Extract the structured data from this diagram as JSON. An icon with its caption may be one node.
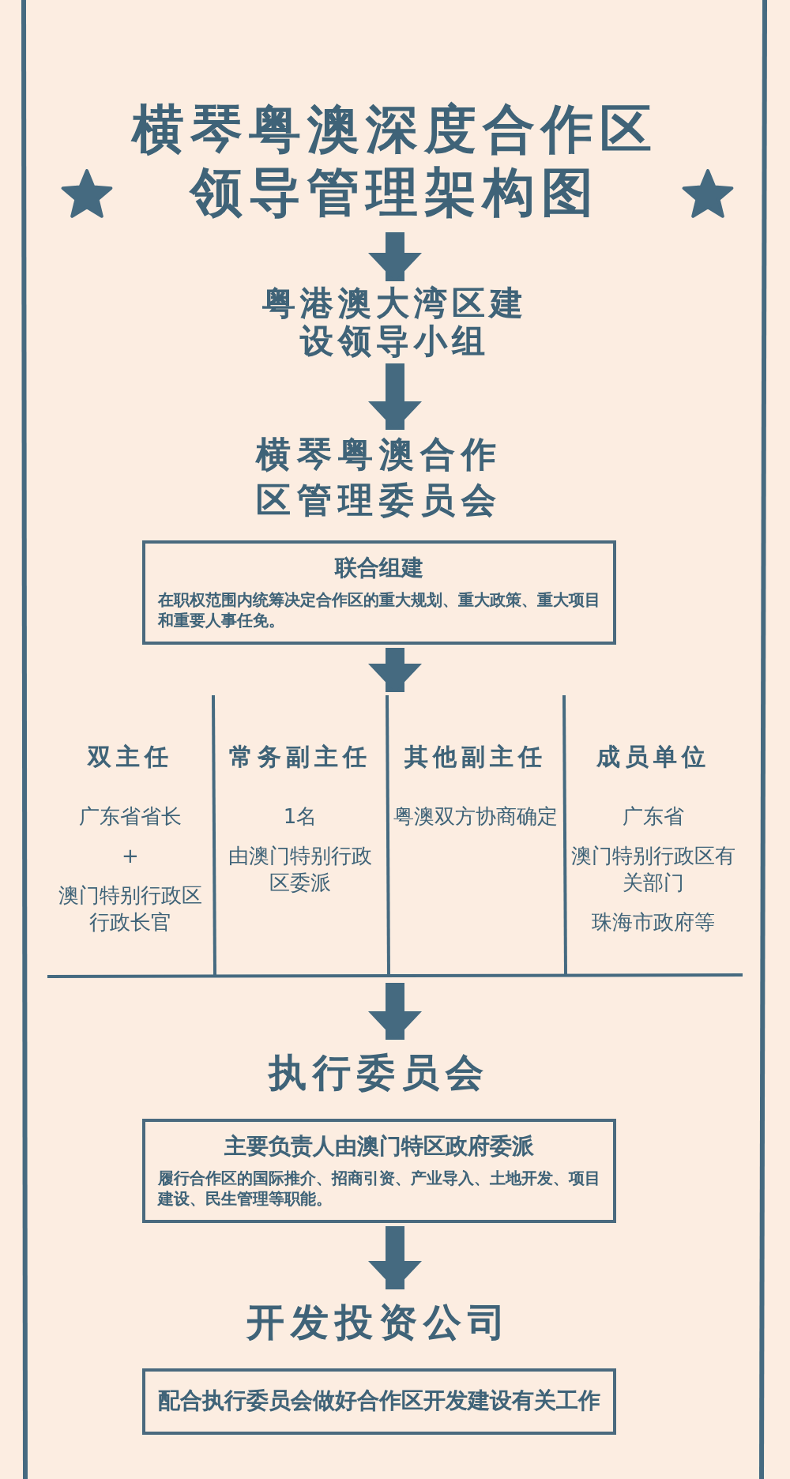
{
  "diagram": {
    "title": "横琴粤澳深度合作区领导管理架构图",
    "nodes": [
      {
        "text": [
          "粤港澳大湾区建设领导小组"
        ]
      },
      {
        "text": [
          "横琴粤澳合作区管理委员会",
          "联合组建",
          "在职权范围内统筹决定合作区的重大规划、重大政策、重大项目和重要人事任免。"
        ]
      },
      {
        "text": [],
        "shape": "box"
      },
      {
        "text": [
          "双主任",
          "广东省省长",
          "+",
          "澳门特别行政区行政长官"
        ],
        "in": 2
      },
      {
        "text": [
          "常务副主任",
          "1名",
          "由澳门特别行政区委派"
        ],
        "in": 2
      },
      {
        "text": [
          "其他副主任",
          "粤澳双方协商确定"
        ],
        "in": 2
      },
      {
        "text": [
          "成员单位",
          "广东省",
          "澳门特别行政区有关部门",
          "珠海市政府等"
        ],
        "in": 2
      },
      {
        "text": [
          "执行委员会",
          "主要负责人由澳门特区政府委派",
          "履行合作区的国际推介、招商引资、产业导入、土地开发、项目建设、民生管理等职能。"
        ]
      },
      {
        "text": [
          "开发投资公司",
          "配合执行委员会做好合作区开发建设有关工作"
        ]
      }
    ],
    "edges": [
      {
        "from": null,
        "to": 0,
        "arrow": "to"
      },
      {
        "from": 0,
        "to": 1,
        "arrow": "to"
      },
      {
        "from": 1,
        "to": 2,
        "arrow": "to"
      },
      {
        "from": 2,
        "to": 7,
        "arrow": "to"
      },
      {
        "from": 7,
        "to": 8,
        "arrow": "to"
      }
    ]
  }
}
